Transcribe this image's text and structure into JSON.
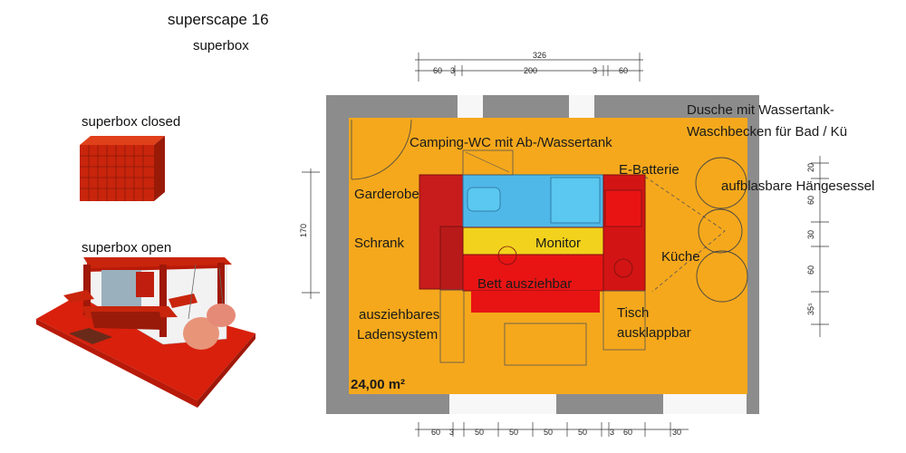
{
  "title": "superscape 16",
  "subtitle": "superbox",
  "closed_label": "superbox closed",
  "open_label": "superbox open",
  "plan": {
    "area": "24,00 m²",
    "labels": {
      "wc": "Camping-WC mit  Ab-/Wassertank",
      "shower": "Dusche mit Wassertank-",
      "sink": "Waschbecken für Bad / Kü",
      "battery": "E-Batterie",
      "chair": "aufblasbare Hängesessel",
      "wardrobe": "Garderobe",
      "cupboard": "Schrank",
      "monitor": "Monitor",
      "kitchen": "Küche",
      "bed": "Bett ausziehbar",
      "shelf1": "ausziehbares",
      "shelf2": "Ladensystem",
      "table1": "Tisch",
      "table2": "ausklappbar"
    },
    "dims": {
      "total_top": "326",
      "top": [
        "60",
        "3",
        "200",
        "3",
        "60"
      ],
      "bottom": [
        "60",
        "3",
        "50",
        "50",
        "50",
        "50",
        "3",
        "60",
        "30"
      ],
      "left": "170",
      "right": [
        "20",
        "60",
        "30",
        "60",
        "35⁵"
      ]
    }
  },
  "colors": {
    "floor": "#f5a81c",
    "wall": "#8c8c8c",
    "furniture_red": "#e81414",
    "furniture_dark": "#b81a1a",
    "bathroom_blue": "#4fb8e8",
    "box_red": "#c8250c"
  }
}
